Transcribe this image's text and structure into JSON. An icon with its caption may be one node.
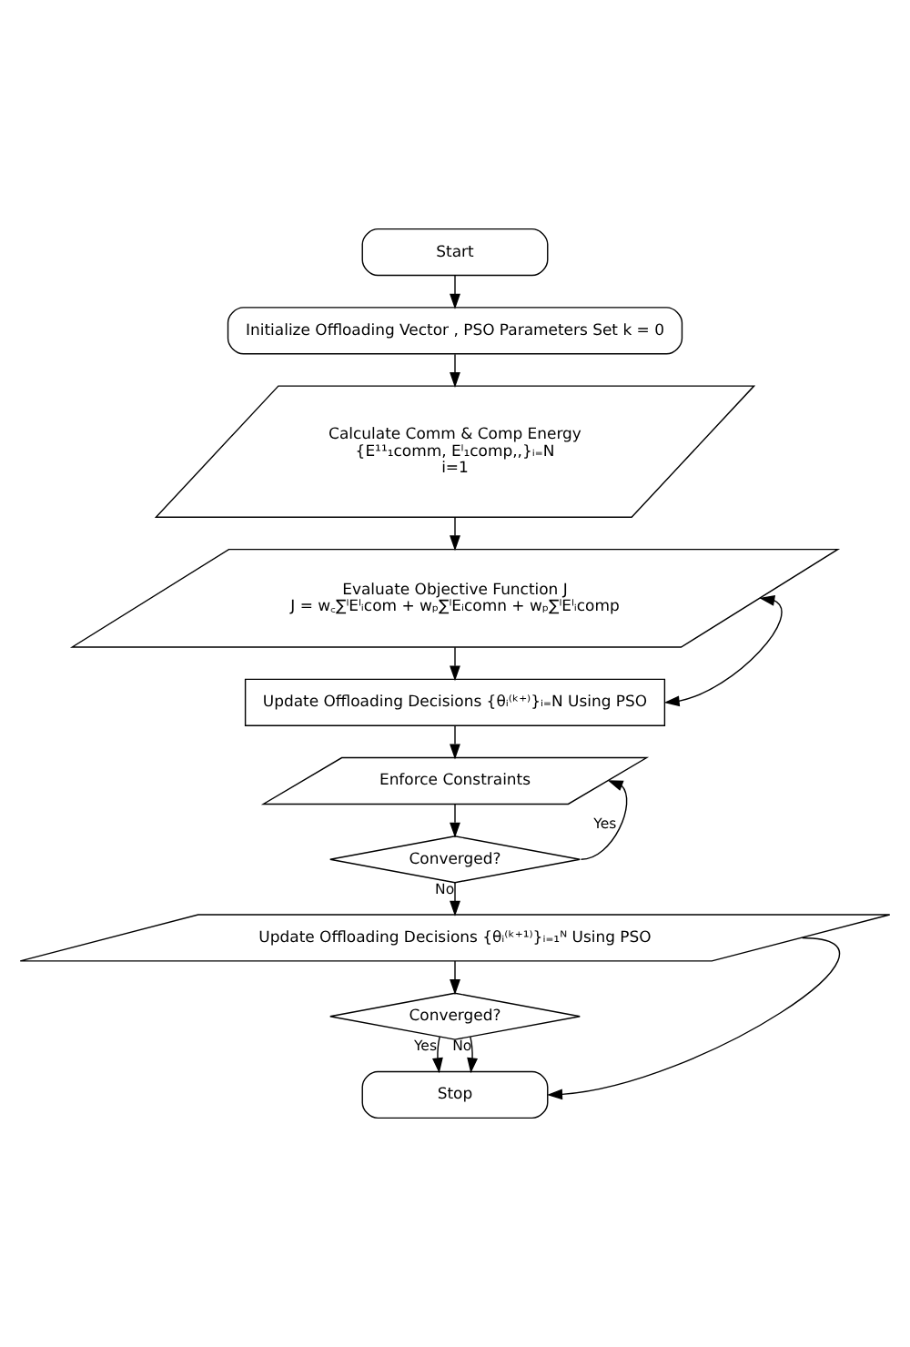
{
  "diagram": {
    "nodes": [
      {
        "text": [
          "Start"
        ]
      },
      {
        "text": [
          "Initialize Offloading Vector , PSO Parameters Set k = 0"
        ]
      },
      {
        "text": [
          "Calculate Comm & Comp Energy",
          "{E¹¹₁comm, Eˡ₁comp,,}ᵢ₌N",
          "i=1"
        ]
      },
      {
        "text": [
          "Evaluate Objective Function J",
          "J = w꜀∑ˡEˡᵢcom + wₚ∑ˡEᵢcomn + wₚ∑ˡEˡᵢcomp"
        ]
      },
      {
        "text": [
          "Update Offloading Decisions {θᵢ⁽ᵏ⁺⁾}ᵢ₌N Using PSO"
        ]
      },
      {
        "text": [
          "Enforce Constraints"
        ]
      },
      {
        "text": [
          "Converged?"
        ]
      },
      {
        "text": [
          "Update Offloading Decisions {θᵢ⁽ᵏ⁺¹⁾}ᵢ₌₁ᴺ Using PSO"
        ]
      },
      {
        "text": [
          "Converged?"
        ]
      },
      {
        "text": [
          "Stop"
        ]
      }
    ],
    "edges": [
      {
        "from": 0,
        "to": 1,
        "arrow": "to"
      },
      {
        "from": 1,
        "to": 2,
        "arrow": "to"
      },
      {
        "from": 2,
        "to": 3,
        "arrow": "to"
      },
      {
        "from": 3,
        "to": 4,
        "arrow": "to"
      },
      {
        "from": 4,
        "to": 3,
        "arrow": "both"
      },
      {
        "from": 4,
        "to": 5,
        "arrow": "to"
      },
      {
        "from": 5,
        "to": 6,
        "arrow": "to"
      },
      {
        "from": 6,
        "to": 5,
        "arrow": "to",
        "label": "Yes"
      },
      {
        "from": 6,
        "to": 7,
        "arrow": "to",
        "label": "No"
      },
      {
        "from": 7,
        "to": 8,
        "arrow": "to"
      },
      {
        "from": 8,
        "to": 9,
        "arrow": "to",
        "label": "Yes"
      },
      {
        "from": 8,
        "to": 9,
        "arrow": "to",
        "label": "No"
      },
      {
        "from": 7,
        "to": 9,
        "arrow": "to"
      }
    ]
  }
}
